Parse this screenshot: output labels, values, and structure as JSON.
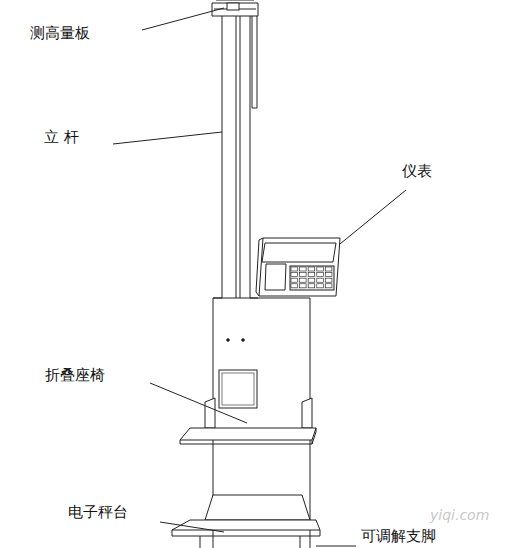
{
  "diagram": {
    "labels": [
      "测高量板",
      "立 杆",
      "仪表",
      "折叠座椅",
      "电子秤台",
      "可调解支脚",
      "yiqi.com"
    ]
  }
}
